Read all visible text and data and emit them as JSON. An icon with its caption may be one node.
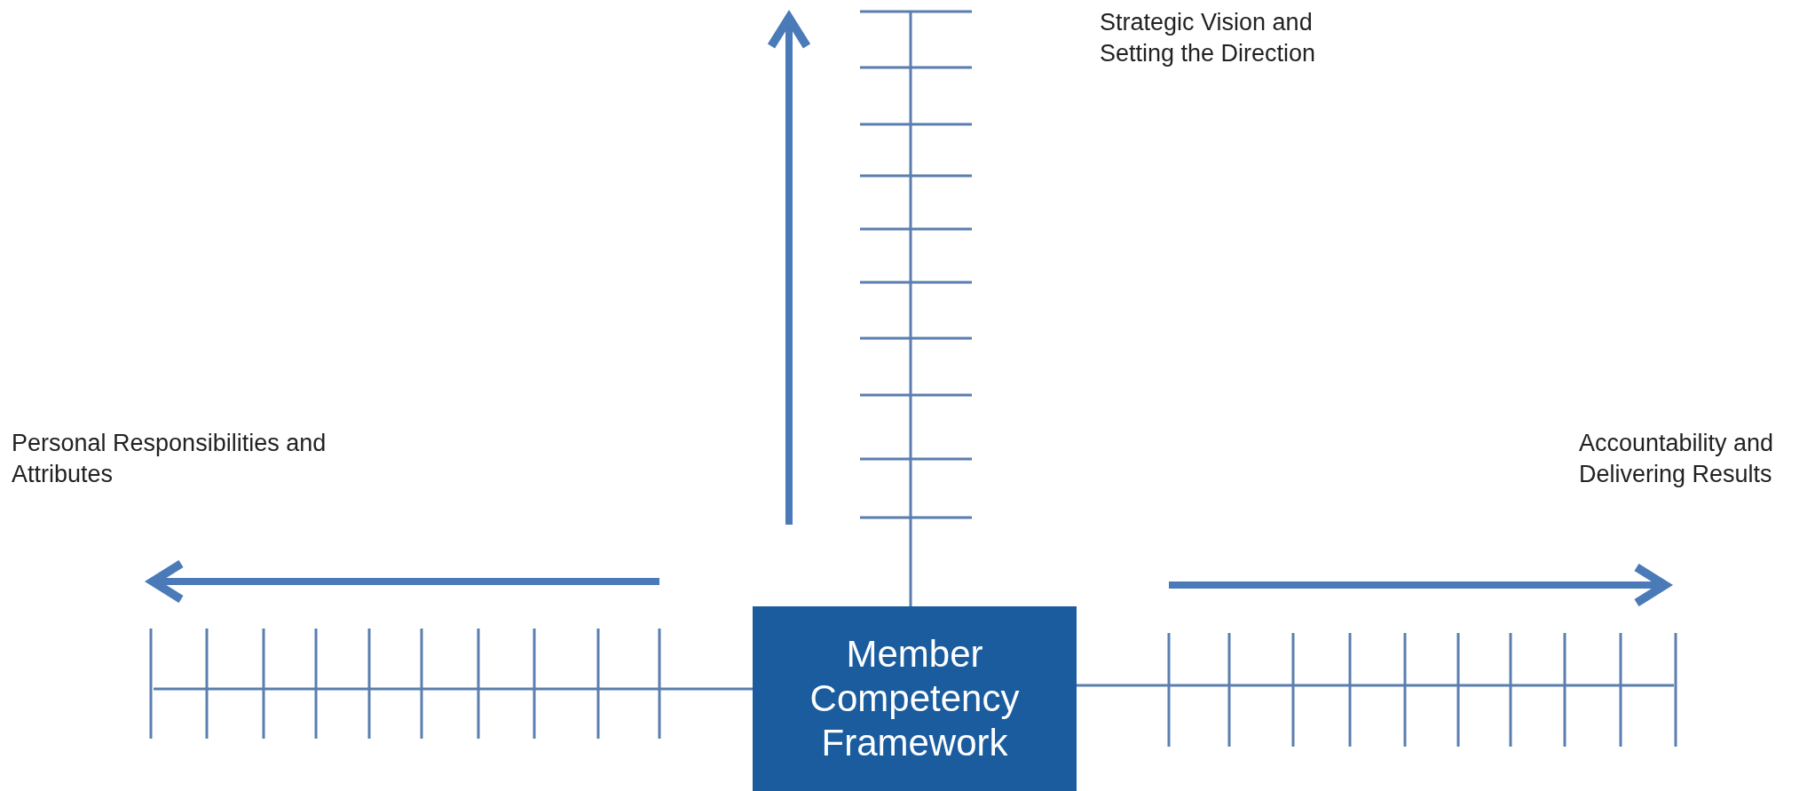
{
  "diagram": {
    "nodes": [
      {
        "text": [
          "Member Competency Framework"
        ]
      }
    ],
    "labels": [
      "Strategic Vision and Setting the Direction",
      "Personal Responsibilities and Attributes",
      "Accountability and Delivering Results"
    ]
  }
}
